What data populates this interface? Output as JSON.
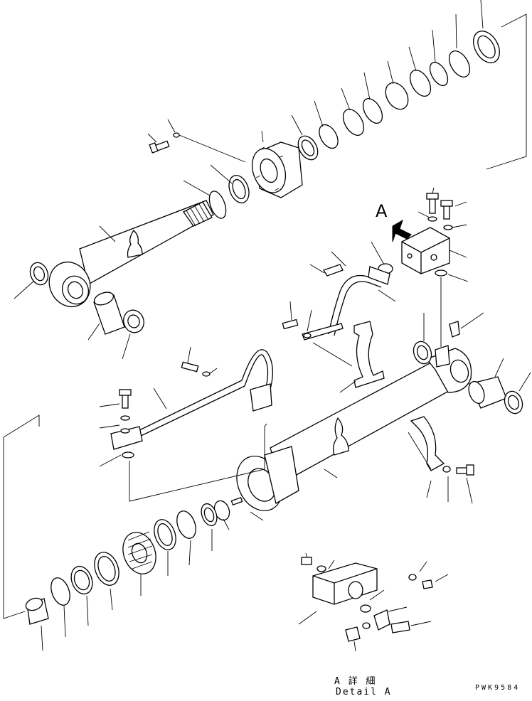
{
  "diagram": {
    "view_marker": "A",
    "detail_title_jp": "A 詳 細",
    "detail_title_en": "Detail A",
    "drawing_code": "PWK9584"
  }
}
